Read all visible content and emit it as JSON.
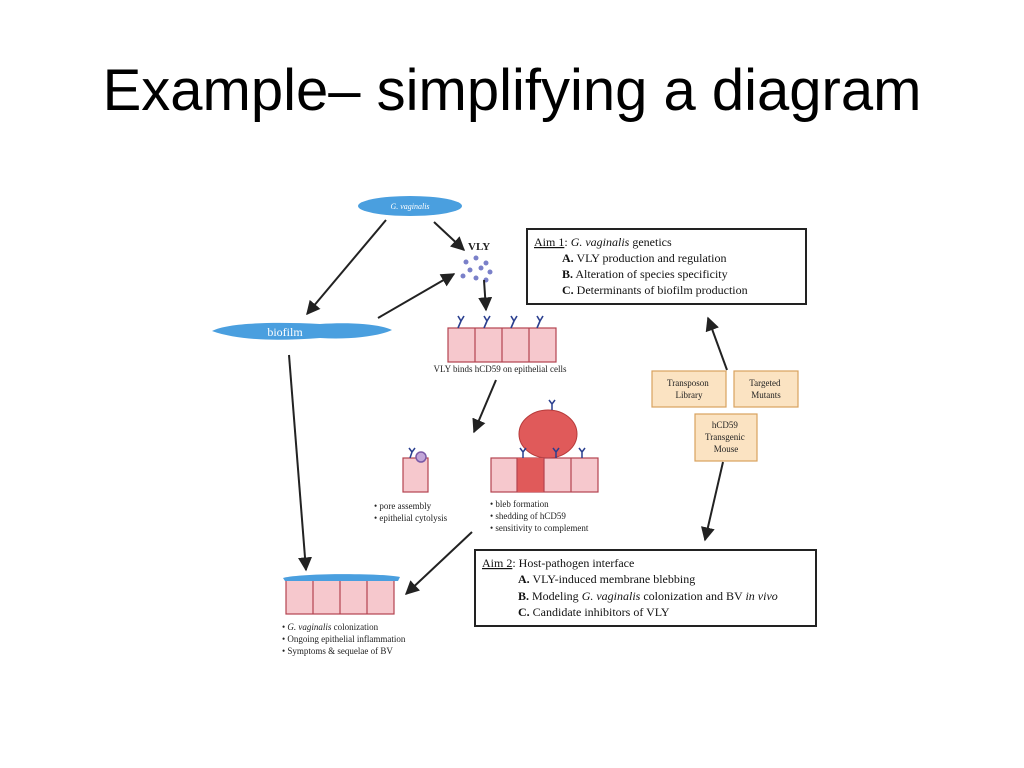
{
  "slide": {
    "title": "Example– simplifying a diagram"
  },
  "diagram": {
    "top_oval": "G. vaginalis",
    "vly": "VLY",
    "biofilm": "biofilm",
    "vly_binds": "VLY binds hCD59 on epithelial cells",
    "pore_list": [
      "• pore assembly",
      "• epithelial cytolysis"
    ],
    "bleb_list": [
      "• bleb formation",
      "• shedding of hCD59",
      "• sensitivity to complement"
    ],
    "bottom_list": [
      "colonization",
      "• Ongoing epithelial inflammation",
      "• Symptoms & sequelae of BV"
    ],
    "bottom_italic": "G. vaginalis",
    "bullet": "•",
    "aim1": {
      "label": "Aim 1",
      "italic": "G. vaginalis",
      "rest": "genetics",
      "items": [
        {
          "letter": "A.",
          "text": "VLY production and regulation"
        },
        {
          "letter": "B.",
          "text": "Alteration of species specificity"
        },
        {
          "letter": "C.",
          "text": "Determinants of biofilm production"
        }
      ]
    },
    "boxes": {
      "transposon": [
        "Transposon",
        "Library"
      ],
      "targeted": [
        "Targeted",
        "Mutants"
      ],
      "hcd59": [
        "hCD59",
        "Transgenic",
        "Mouse"
      ]
    },
    "aim2": {
      "label": "Aim 2",
      "rest": ": Host-pathogen interface",
      "item_a": {
        "letter": "A.",
        "text": "VLY-induced membrane blebbing"
      },
      "item_b": {
        "letter": "B.",
        "pre": "Modeling",
        "italic1": "G. vaginalis",
        "mid": "colonization and BV",
        "italic2": "in vivo"
      },
      "item_c": {
        "letter": "C.",
        "text": "Candidate inhibitors of VLY"
      }
    },
    "colors": {
      "oval_blue": "#4a9fdf",
      "cell_pink": "#f6c8cd",
      "cell_border": "#b4444f",
      "bleb_red": "#e05a5a",
      "box_fill": "#fbe3c2",
      "box_border": "#d9a25e",
      "receptor": "#2a3f8f"
    }
  }
}
